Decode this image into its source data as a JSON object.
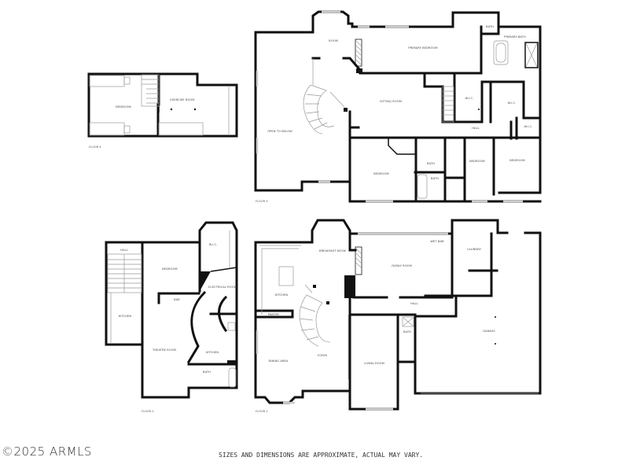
{
  "floors": [
    {
      "id": "floor4",
      "label": "FLOOR 4",
      "rooms": [
        {
          "name": "BEDROOM"
        },
        {
          "name": "EXERCISE ROOM"
        }
      ]
    },
    {
      "id": "floor3",
      "label": "FLOOR 3",
      "rooms": [
        {
          "name": "ROOM"
        },
        {
          "name": "PRIMARY BEDROOM"
        },
        {
          "name": "BATH"
        },
        {
          "name": "PRIMARY BATH"
        },
        {
          "name": "OPEN TO BELOW"
        },
        {
          "name": "SITTING ROOM"
        },
        {
          "name": "W.I.C."
        },
        {
          "name": "W.I.C."
        },
        {
          "name": "W.I.C."
        },
        {
          "name": "HALL"
        },
        {
          "name": "BEDROOM"
        },
        {
          "name": "BATH"
        },
        {
          "name": "BATH"
        },
        {
          "name": "BEDROOM"
        },
        {
          "name": "BEDROOM"
        }
      ]
    },
    {
      "id": "floor1",
      "label": "FLOOR 1",
      "rooms": [
        {
          "name": "HALL"
        },
        {
          "name": "BEDROOM"
        },
        {
          "name": "W.I.C."
        },
        {
          "name": "ELECTRICAL ROOM"
        },
        {
          "name": "BAR"
        },
        {
          "name": "KITCHEN"
        },
        {
          "name": "THEATRE ROOM"
        },
        {
          "name": "KITCHEN"
        },
        {
          "name": "BATH"
        }
      ]
    },
    {
      "id": "floor2",
      "label": "FLOOR 2",
      "rooms": [
        {
          "name": "BREAKFAST NOOK"
        },
        {
          "name": "KITCHEN"
        },
        {
          "name": "PANTRY"
        },
        {
          "name": "FAMILY ROOM"
        },
        {
          "name": "WET BAR"
        },
        {
          "name": "LAUNDRY"
        },
        {
          "name": "HALL"
        },
        {
          "name": "BATH"
        },
        {
          "name": "GARAGE"
        },
        {
          "name": "DINING AREA"
        },
        {
          "name": "FOYER"
        },
        {
          "name": "LIVING ROOM"
        }
      ]
    }
  ],
  "footer": {
    "brand": "©2025 ARMLS",
    "disclaimer": "SIZES AND DIMENSIONS ARE APPROXIMATE, ACTUAL MAY VARY."
  },
  "colors": {
    "wall": "#111111",
    "background": "#ffffff",
    "window": "#cccccc"
  }
}
